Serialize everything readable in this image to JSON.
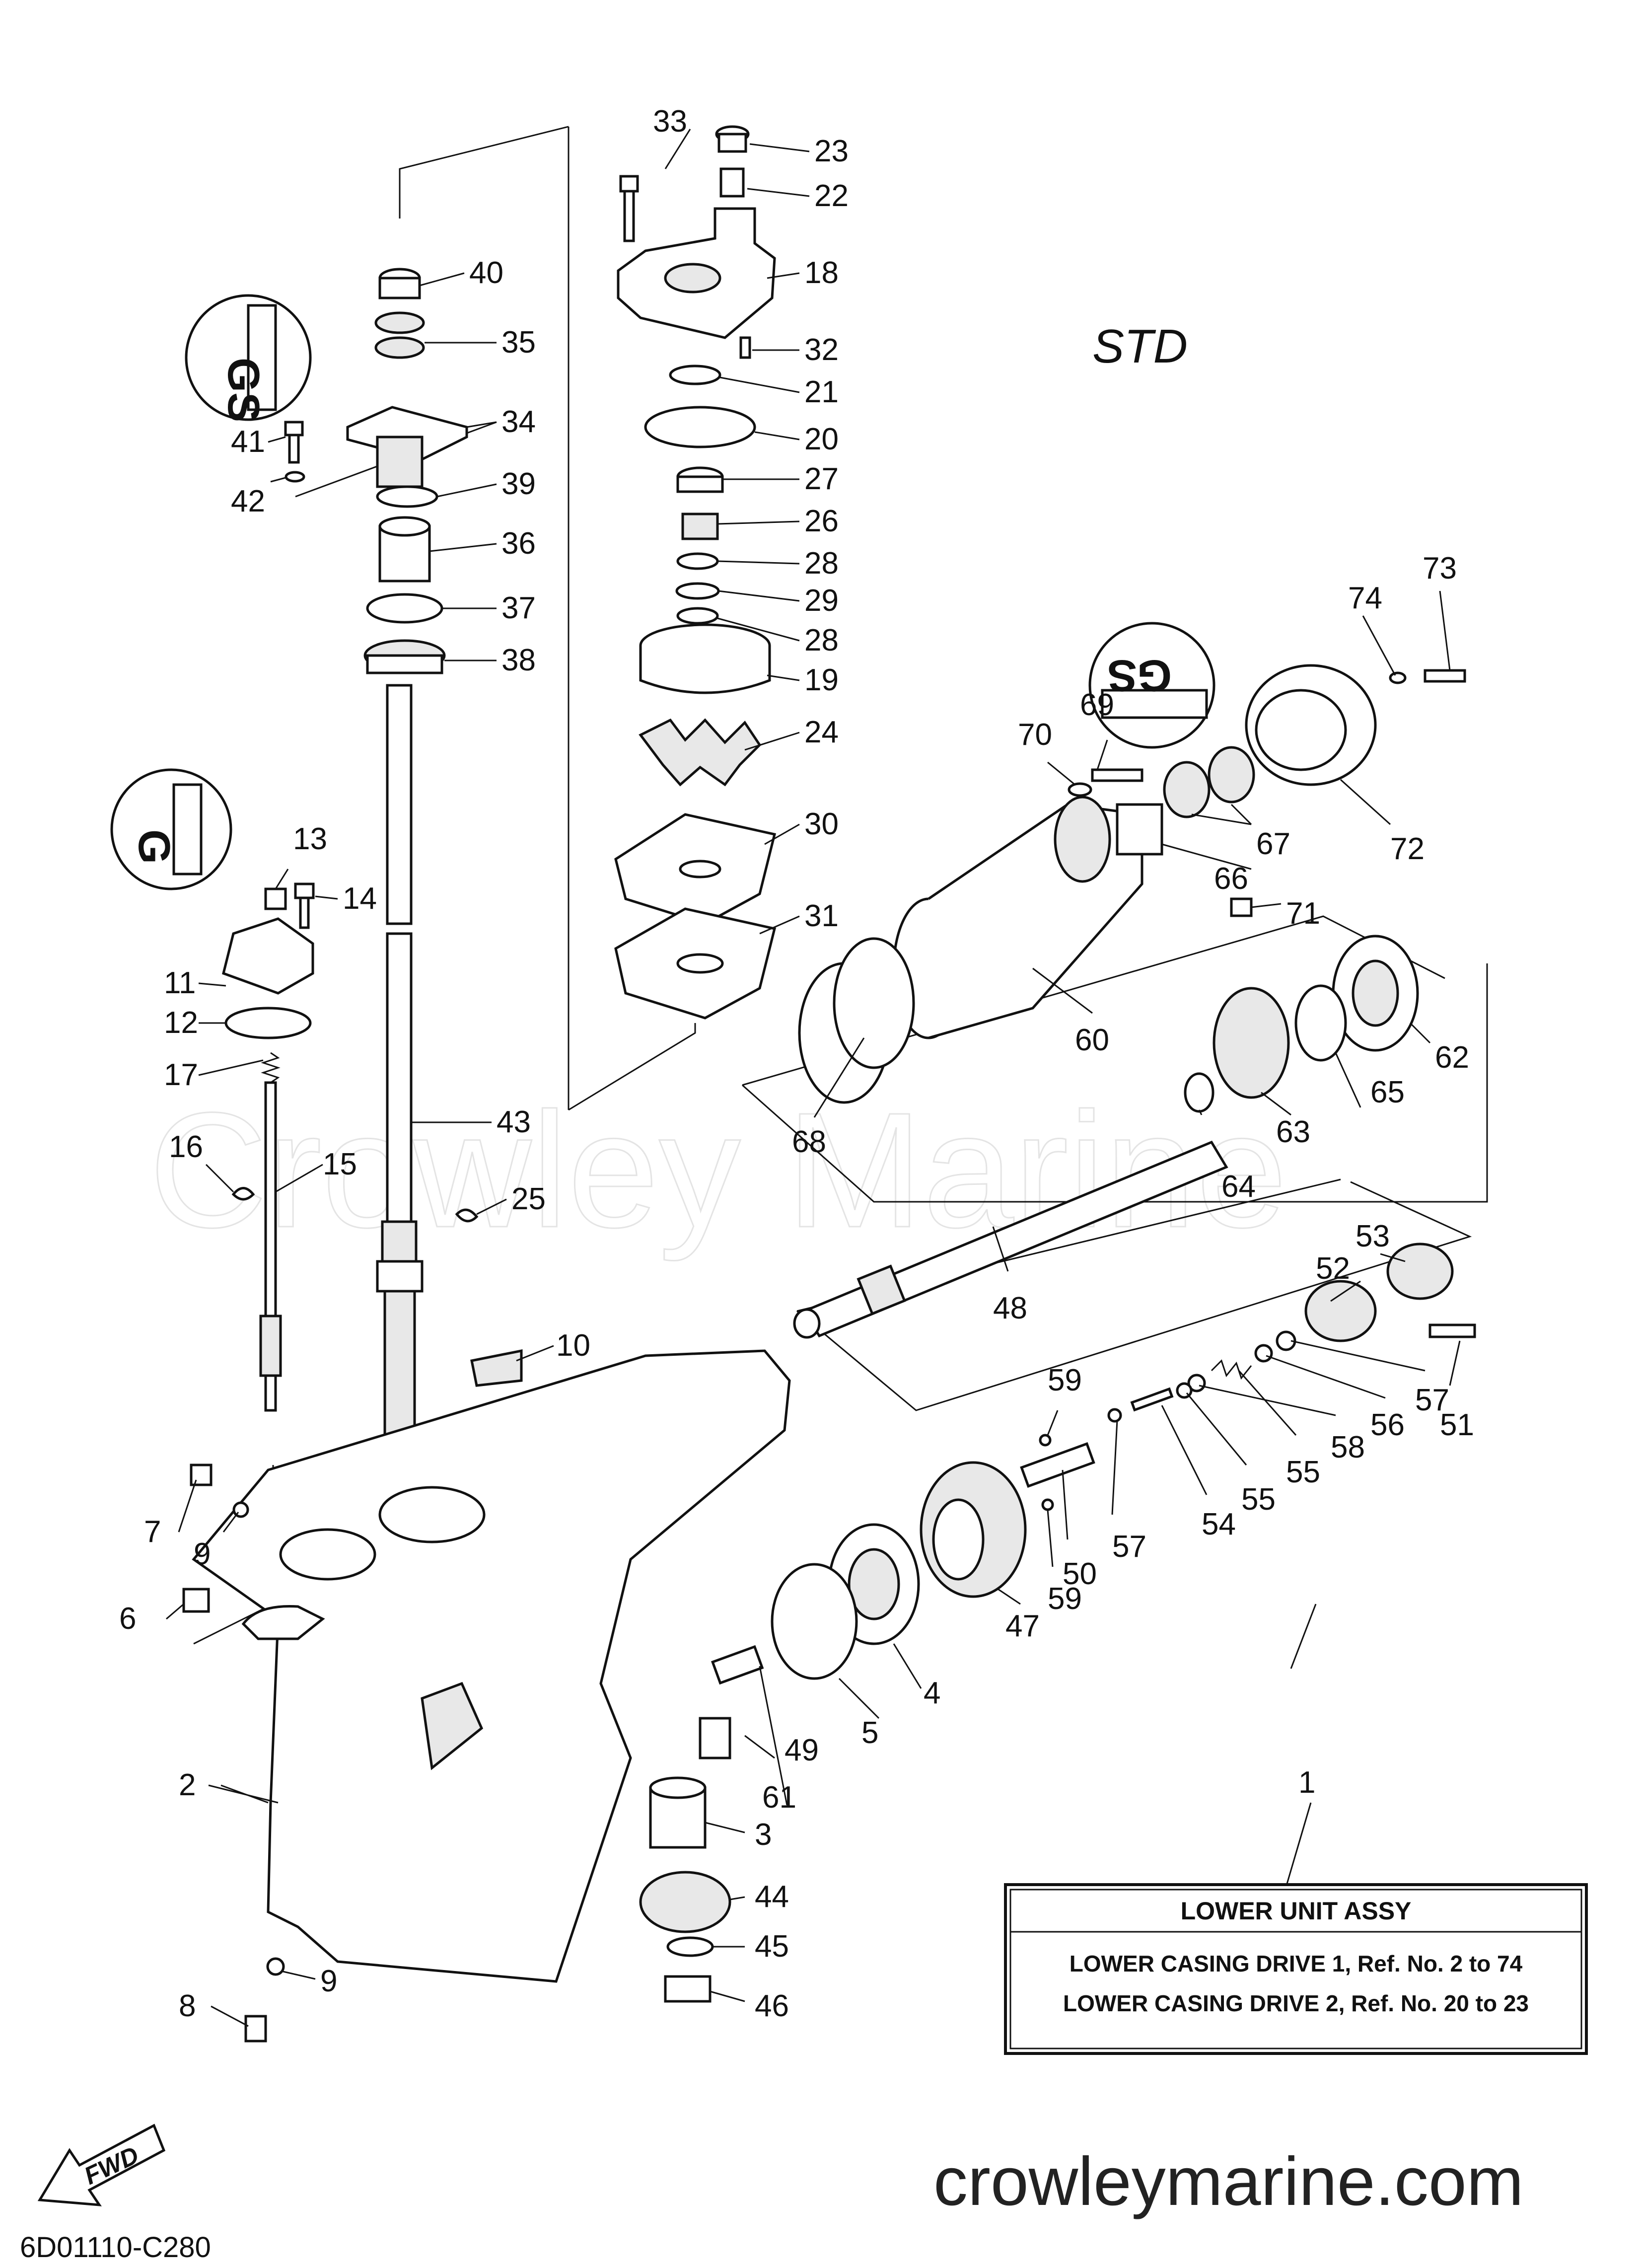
{
  "header": {
    "variant": "STD"
  },
  "watermark": "Crowley Marine",
  "footer": {
    "site": "crowleymarine.com",
    "diagram_code": "6D01110-C280",
    "fwd_label": "FWD"
  },
  "legend_box": {
    "ref": "1",
    "title": "LOWER UNIT ASSY",
    "lines": [
      "LOWER CASING DRIVE 1, Ref. No. 2 to 74",
      "LOWER CASING DRIVE 2, Ref. No. 20 to 23"
    ]
  },
  "seal_symbols": [
    "GS",
    "GS",
    "G"
  ],
  "callouts": {
    "c1": "1",
    "c2": "2",
    "c3": "3",
    "c4": "4",
    "c5": "5",
    "c6": "6",
    "c7": "7",
    "c8": "8",
    "c9a": "9",
    "c9b": "9",
    "c10": "10",
    "c11": "11",
    "c12": "12",
    "c13": "13",
    "c14": "14",
    "c15": "15",
    "c16": "16",
    "c17": "17",
    "c18": "18",
    "c19": "19",
    "c20": "20",
    "c21": "21",
    "c22": "22",
    "c23": "23",
    "c24": "24",
    "c25": "25",
    "c26": "26",
    "c27": "27",
    "c28a": "28",
    "c28b": "28",
    "c29": "29",
    "c30": "30",
    "c31": "31",
    "c32": "32",
    "c33": "33",
    "c34": "34",
    "c35": "35",
    "c36": "36",
    "c37": "37",
    "c38": "38",
    "c39": "39",
    "c40": "40",
    "c41": "41",
    "c42": "42",
    "c43": "43",
    "c44": "44",
    "c45": "45",
    "c46": "46",
    "c47": "47",
    "c48": "48",
    "c49": "49",
    "c50": "50",
    "c51": "51",
    "c52": "52",
    "c53": "53",
    "c54": "54",
    "c55a": "55",
    "c55b": "55",
    "c56": "56",
    "c57a": "57",
    "c57b": "57",
    "c58": "58",
    "c59a": "59",
    "c59b": "59",
    "c60": "60",
    "c61": "61",
    "c62": "62",
    "c63": "63",
    "c64": "64",
    "c65": "65",
    "c66": "66",
    "c67": "67",
    "c68": "68",
    "c69": "69",
    "c70": "70",
    "c71": "71",
    "c72": "72",
    "c73": "73",
    "c74": "74"
  }
}
